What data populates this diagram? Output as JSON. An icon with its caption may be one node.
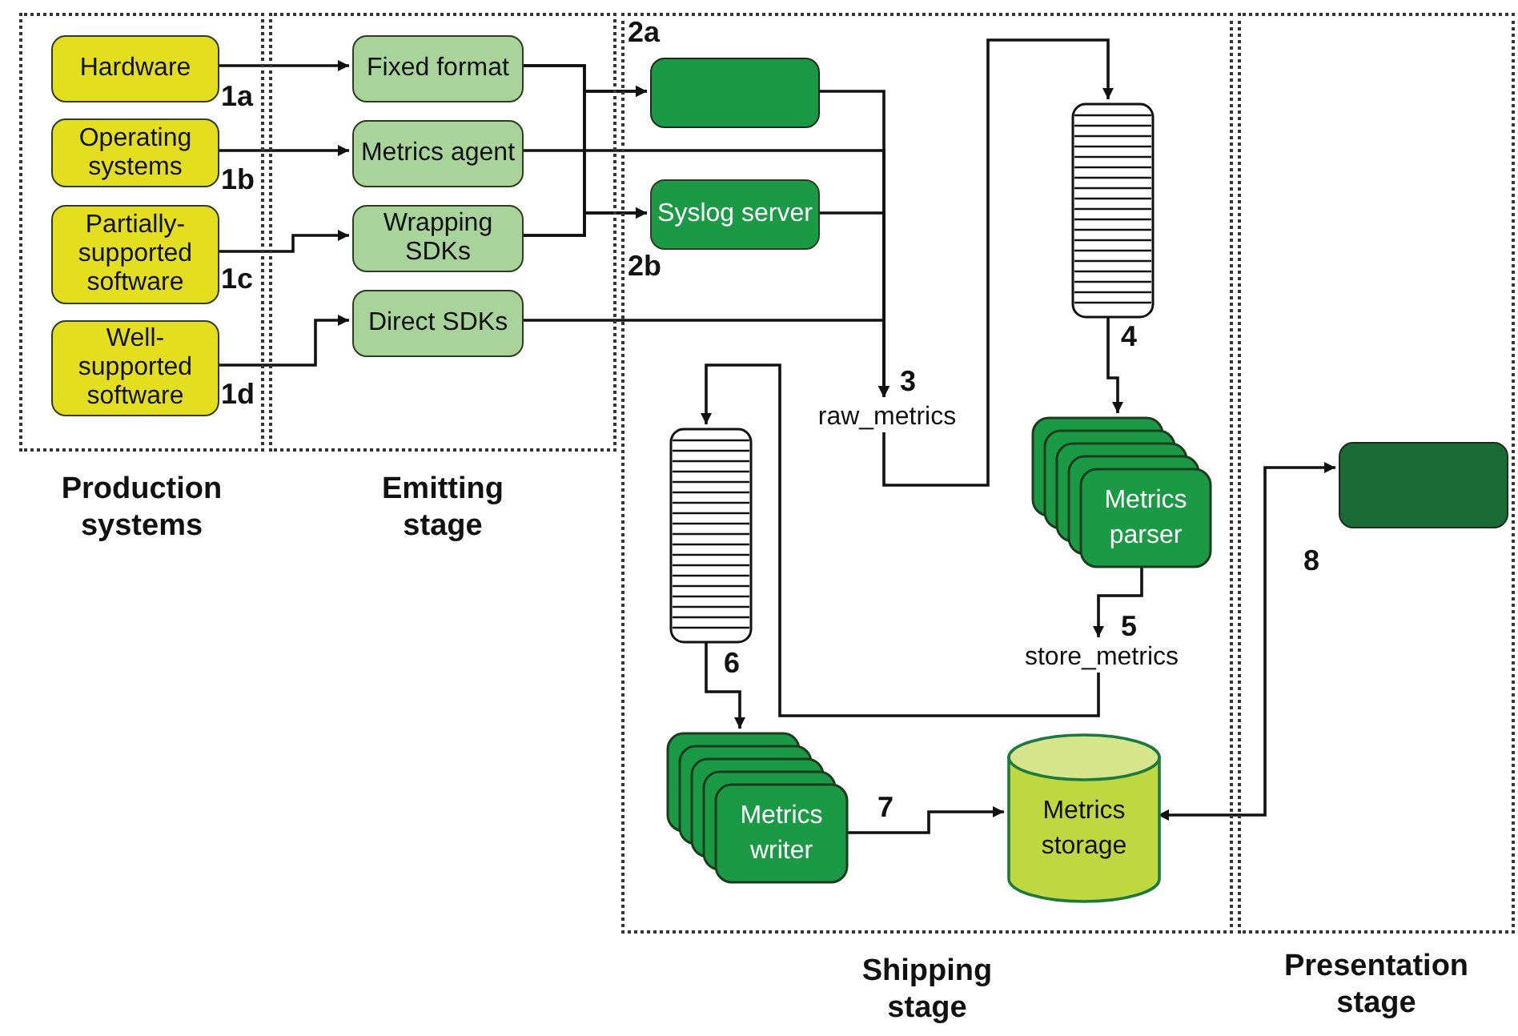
{
  "diagram": {
    "nodes": [
      {
        "text": [
          "Production systems"
        ]
      },
      {
        "text": [
          "Emitting stage"
        ]
      },
      {
        "text": [
          "Shipping stage"
        ]
      },
      {
        "text": [
          "Presentation stage"
        ]
      },
      {
        "text": [
          "Hardware"
        ],
        "in": 0
      },
      {
        "text": [
          "Operating systems"
        ],
        "in": 0
      },
      {
        "text": [
          "Partially-supported software"
        ],
        "in": 0
      },
      {
        "text": [
          "Well-supported software"
        ],
        "in": 0
      },
      {
        "text": [
          "Fixed format"
        ],
        "in": 1
      },
      {
        "text": [
          "Metrics agent"
        ],
        "in": 1
      },
      {
        "text": [
          "Wrapping SDKs"
        ],
        "in": 1
      },
      {
        "text": [
          "Direct SDKs"
        ],
        "in": 1
      },
      {
        "text": [],
        "shape": "box",
        "in": 2
      },
      {
        "text": [
          "Syslog server"
        ],
        "in": 2
      },
      {
        "text": [
          "raw_metrics"
        ],
        "in": 2
      },
      {
        "text": [],
        "shape": "queue",
        "in": 2
      },
      {
        "text": [
          "Metrics parser"
        ],
        "in": 2
      },
      {
        "text": [
          "store_metrics"
        ],
        "in": 2
      },
      {
        "text": [],
        "shape": "queue",
        "in": 2
      },
      {
        "text": [
          "Metrics writer"
        ],
        "in": 2
      },
      {
        "text": [
          "Metrics storage"
        ],
        "in": 2
      },
      {
        "text": [],
        "shape": "box",
        "in": 3
      }
    ],
    "edges": [
      {
        "from": 4,
        "to": 8,
        "arrow": "to"
      },
      {
        "from": 5,
        "to": 9,
        "arrow": "to"
      },
      {
        "from": 6,
        "to": 10,
        "arrow": "to"
      },
      {
        "from": 7,
        "to": 11,
        "arrow": "to"
      },
      {
        "from": 8,
        "to": 12,
        "arrow": "to"
      },
      {
        "from": 8,
        "to": 13,
        "arrow": "to"
      },
      {
        "from": 10,
        "to": 12,
        "arrow": "to"
      },
      {
        "from": 10,
        "to": 13,
        "arrow": "to"
      },
      {
        "from": 9,
        "to": 14,
        "arrow": "to"
      },
      {
        "from": 12,
        "to": 14,
        "arrow": "to"
      },
      {
        "from": 13,
        "to": 14,
        "arrow": "to"
      },
      {
        "from": 11,
        "to": 14,
        "arrow": "to"
      },
      {
        "from": 14,
        "to": 15,
        "arrow": "to"
      },
      {
        "from": 15,
        "to": 16,
        "arrow": "to"
      },
      {
        "from": 16,
        "to": 17,
        "arrow": "to"
      },
      {
        "from": 17,
        "to": 18,
        "arrow": "to"
      },
      {
        "from": 18,
        "to": 19,
        "arrow": "to"
      },
      {
        "from": 19,
        "to": 20,
        "arrow": "to"
      },
      {
        "from": 20,
        "to": 21,
        "arrow": "both"
      }
    ],
    "labels": [
      "1a",
      "1b",
      "1c",
      "1d",
      "2a",
      "2b",
      "3",
      "4",
      "5",
      "6",
      "7",
      "8"
    ]
  }
}
